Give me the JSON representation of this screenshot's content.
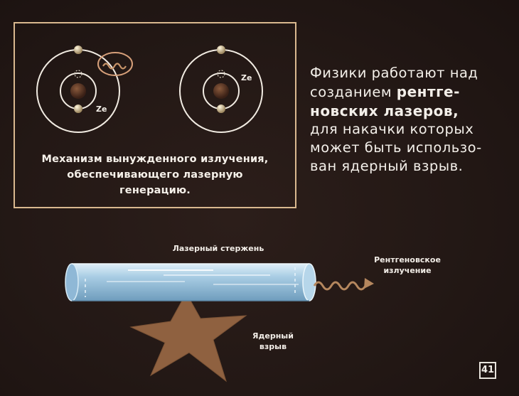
{
  "diagram": {
    "caption_lines": [
      "Механизм вынужденного излучения,",
      "обеспечивающего лазерную",
      "генерацию."
    ],
    "atom_label_left": "Ze",
    "atom_label_right": "Ze"
  },
  "text_block": {
    "line1": "Физики работают над",
    "line2_plain": "созданием ",
    "line2_bold": "рентге-",
    "line3_bold": "новских лазеров,",
    "line4": "для накачки которых",
    "line5": "может быть использо-",
    "line6": "ван ядерный взрыв."
  },
  "scene": {
    "rod_label": "Лазерный стержень",
    "xray_label_line1": "Рентгеновское",
    "xray_label_line2": "излучение",
    "explosion_label_line1": "Ядерный",
    "explosion_label_line2": "взрыв"
  },
  "page_number": "41"
}
